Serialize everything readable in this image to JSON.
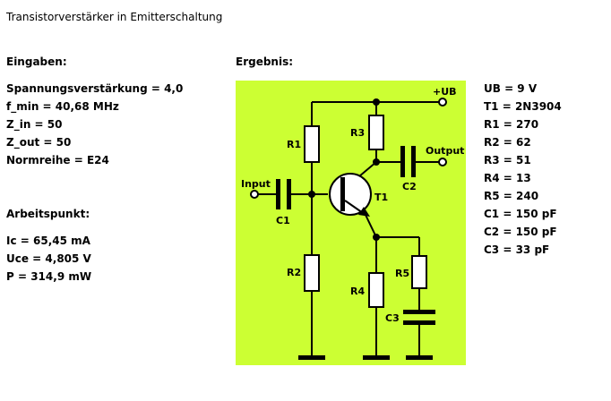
{
  "title": "Transistorverstärker in Emitterschaltung",
  "inputs": {
    "heading": "Eingaben:",
    "lines": [
      "Spannungsverstärkung = 4,0",
      "f_min = 40,68 MHz",
      "Z_in = 50",
      "Z_out = 50",
      "Normreihe = E24"
    ]
  },
  "operating_point": {
    "heading": "Arbeitspunkt:",
    "lines": [
      "Ic = 65,45 mA",
      "Uce = 4,805 V",
      "P = 314,9 mW"
    ]
  },
  "result": {
    "heading": "Ergebnis:",
    "lines": [
      "UB = 9 V",
      "T1 = 2N3904",
      "R1 = 270",
      "R2 = 62",
      "R3 = 51",
      "R4 = 13",
      "R5 = 240",
      "C1 = 150 pF",
      "C2 = 150 pF",
      "C3 = 33 pF"
    ]
  },
  "schematic": {
    "background": "#ccff33",
    "labels": {
      "ub": "+UB",
      "input": "Input",
      "output": "Output",
      "r1": "R1",
      "r2": "R2",
      "r3": "R3",
      "r4": "R4",
      "r5": "R5",
      "c1": "C1",
      "c2": "C2",
      "c3": "C3",
      "t1": "T1"
    }
  }
}
